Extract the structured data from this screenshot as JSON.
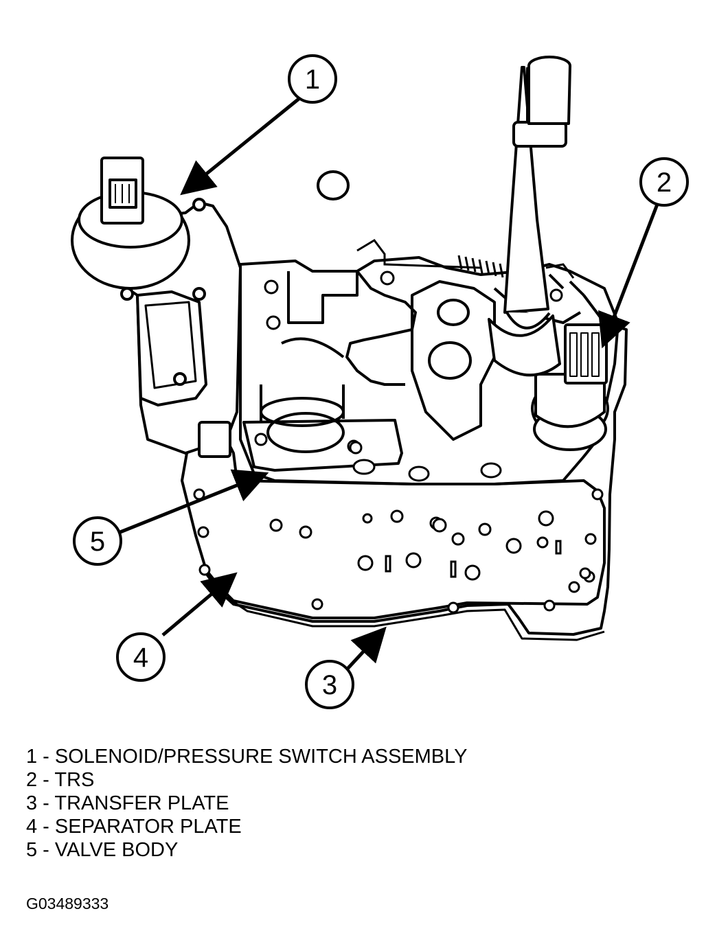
{
  "callouts": [
    {
      "number": "1"
    },
    {
      "number": "2"
    },
    {
      "number": "3"
    },
    {
      "number": "4"
    },
    {
      "number": "5"
    }
  ],
  "legend": [
    {
      "text": "1 - SOLENOID/PRESSURE SWITCH ASSEMBLY"
    },
    {
      "text": "2 - TRS"
    },
    {
      "text": "3 - TRANSFER PLATE"
    },
    {
      "text": "4 - SEPARATOR PLATE"
    },
    {
      "text": "5 - VALVE BODY"
    }
  ],
  "figure_id": "G03489333"
}
